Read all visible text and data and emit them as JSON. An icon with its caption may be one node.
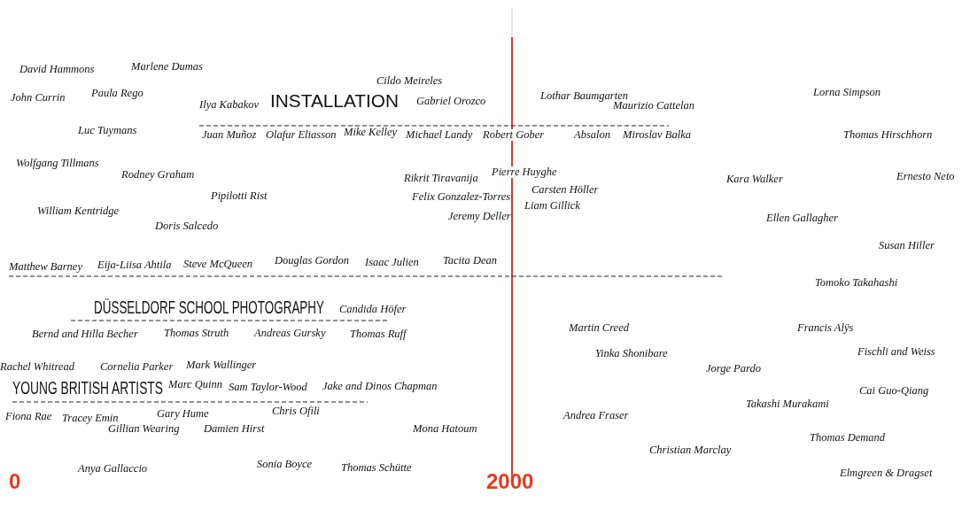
{
  "diagram": {
    "labels": [
      "David Hammons",
      "Marlene Dumas",
      "Cildo Meireles",
      "John Currin",
      "Paula Rego",
      "Ilya Kabakov",
      "INSTALLATION",
      "Gabriel Orozco",
      "Lothar Baumgarten",
      "Maurizio Cattelan",
      "Lorna Simpson",
      "Luc Tuymans",
      "Juan Muñoz",
      "Olafur Eliasson",
      "Mike Kelley",
      "Michael Landy",
      "Robert Gober",
      "Absalon",
      "Miroslav Balka",
      "Thomas Hirschhorn",
      "Wolfgang Tillmans",
      "Rodney Graham",
      "Rikrit Tiravanija",
      "Pierre Huyghe",
      "Carsten Höller",
      "Kara Walker",
      "Ernesto Neto",
      "Pipilotti Rist",
      "Felix Gonzalez-Torres",
      "Liam Gillick",
      "William Kentridge",
      "Jeremy Deller",
      "Ellen Gallagher",
      "Doris Salcedo",
      "Susan Hiller",
      "Matthew Barney",
      "Eija-Liisa Ahtila",
      "Steve McQueen",
      "Douglas Gordon",
      "Isaac Julien",
      "Tacita Dean",
      "Tomoko Takahashi",
      "DÜSSELDORF SCHOOL PHOTOGRAPHY",
      "Candida Höfer",
      "Martin Creed",
      "Francis Alÿs",
      "Bernd and Hilla Becher",
      "Thomas Struth",
      "Andreas Gursky",
      "Thomas Ruff",
      "Yinka Shonibare",
      "Fischli and Weiss",
      "Rachel Whitread",
      "Cornelia Parker",
      "Mark Wallinger",
      "Jorge Pardo",
      "YOUNG BRITISH ARTISTS",
      "Marc Quinn",
      "Sam Taylor-Wood",
      "Jake and Dinos Chapman",
      "Cai Guo-Qiang",
      "Takashi Murakami",
      "Fiona Rae",
      "Tracey Emin",
      "Gary Hume",
      "Chris Ofili",
      "Andrea Fraser",
      "Gillian Wearing",
      "Damien Hirst",
      "Mona Hatoum",
      "Thomas Demand",
      "Christian Marclay",
      "Anya Gallaccio",
      "Sonia Boyce",
      "Thomas Schütte",
      "Elmgreen & Dragset",
      "0",
      "2000"
    ]
  }
}
